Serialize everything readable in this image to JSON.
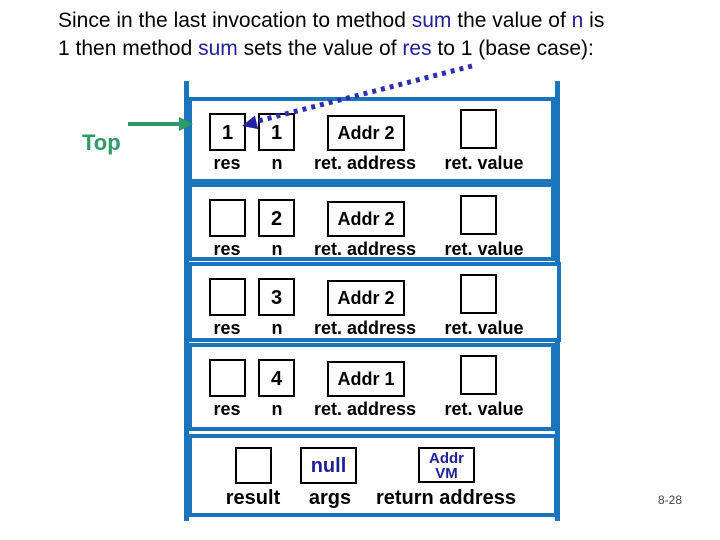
{
  "slide": {
    "title": {
      "segments": [
        {
          "text": "Since in the last invocation to method "
        },
        {
          "text": "sum"
        },
        {
          "text": " the value of "
        },
        {
          "text": "n"
        },
        {
          "text": " is"
        },
        {
          "text": "1 then method "
        },
        {
          "text": "sum"
        },
        {
          "text": " sets the value of "
        },
        {
          "text": "res"
        },
        {
          "text": " to 1 (base case):"
        }
      ]
    },
    "top_label": "Top",
    "page_number": "8-28",
    "colors": {
      "frame_border": "#1b75bd",
      "highlight_navy": "#1f1f96",
      "dashed_arrow_blue": "#2d2db4",
      "top_green": "#2e9a64"
    },
    "stack": {
      "frames": [
        {
          "cells": [
            {
              "value": "1",
              "label": "res"
            },
            {
              "value": "1",
              "label": "n"
            },
            {
              "value": "Addr 2",
              "label": "ret. address"
            },
            {
              "value": "",
              "label": "ret. value"
            }
          ]
        },
        {
          "cells": [
            {
              "value": "",
              "label": "res"
            },
            {
              "value": "2",
              "label": "n"
            },
            {
              "value": "Addr 2",
              "label": "ret. address"
            },
            {
              "value": "",
              "label": "ret. value"
            }
          ]
        },
        {
          "cells": [
            {
              "value": "",
              "label": "res"
            },
            {
              "value": "3",
              "label": "n"
            },
            {
              "value": "Addr 2",
              "label": "ret. address"
            },
            {
              "value": "",
              "label": "ret. value"
            }
          ]
        },
        {
          "cells": [
            {
              "value": "",
              "label": "res"
            },
            {
              "value": "4",
              "label": "n"
            },
            {
              "value": "Addr 1",
              "label": "ret. address"
            },
            {
              "value": "",
              "label": "ret. value"
            }
          ]
        }
      ],
      "base_frame": {
        "result_value": "",
        "result_label": "result",
        "args_value": "null",
        "args_label": "args",
        "ret_addr_line1": "Addr",
        "ret_addr_line2": "VM",
        "ret_addr_label": "return address"
      }
    }
  }
}
